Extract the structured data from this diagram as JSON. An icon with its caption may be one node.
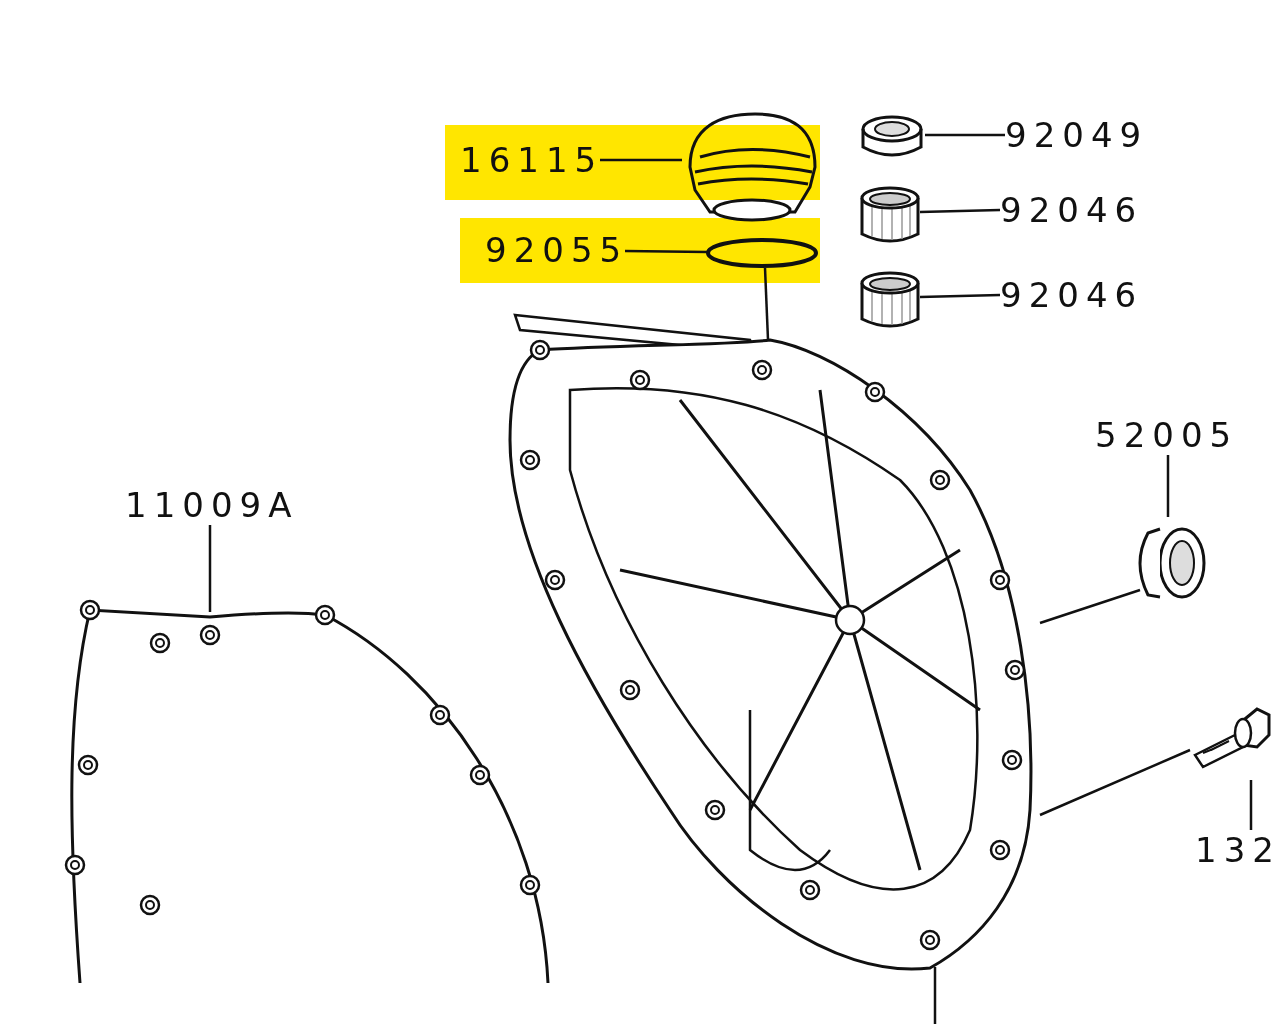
{
  "diagram": {
    "nodes": [
      {
        "text": [
          "16115"
        ]
      },
      {
        "text": [],
        "shape": "picture"
      },
      {
        "text": [
          "92055"
        ]
      },
      {
        "text": [],
        "shape": "ring"
      },
      {
        "text": [
          "92049"
        ]
      },
      {
        "text": [],
        "shape": "picture"
      },
      {
        "text": [
          "92046"
        ]
      },
      {
        "text": [],
        "shape": "cylinder"
      },
      {
        "text": [
          "92046"
        ]
      },
      {
        "text": [],
        "shape": "cylinder"
      },
      {
        "text": [],
        "shape": "picture"
      },
      {
        "text": [
          "52005"
        ]
      },
      {
        "text": [],
        "shape": "picture"
      },
      {
        "text": [
          "11009A"
        ]
      },
      {
        "text": [],
        "shape": "picture"
      },
      {
        "text": [],
        "shape": "picture"
      },
      {
        "text": [
          "132"
        ]
      }
    ],
    "edges": [
      {
        "from": 0,
        "to": 1,
        "arrow": "none"
      },
      {
        "from": 2,
        "to": 3,
        "arrow": "none"
      },
      {
        "from": 3,
        "to": 10,
        "arrow": "none"
      },
      {
        "from": 4,
        "to": 5,
        "arrow": "none"
      },
      {
        "from": 6,
        "to": 7,
        "arrow": "none"
      },
      {
        "from": 8,
        "to": 9,
        "arrow": "none"
      },
      {
        "from": 11,
        "to": 12,
        "arrow": "none"
      },
      {
        "from": 12,
        "to": 10,
        "arrow": "none"
      },
      {
        "from": 13,
        "to": 14,
        "arrow": "none"
      },
      {
        "from": 16,
        "to": 15,
        "arrow": "none"
      },
      {
        "from": 15,
        "to": 10,
        "arrow": "none"
      },
      {
        "from": 10,
        "to": null,
        "arrow": "none"
      }
    ]
  }
}
